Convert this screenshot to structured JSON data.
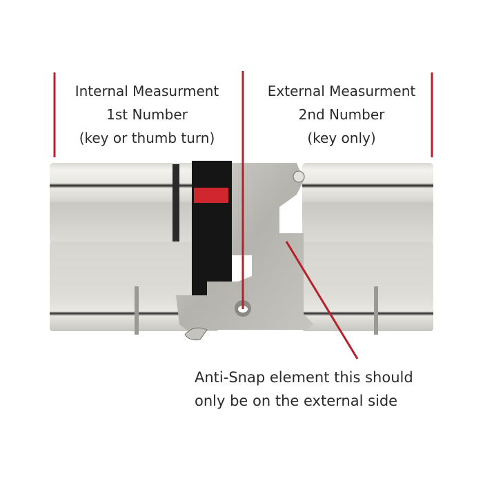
{
  "annotations": {
    "internal": {
      "lines": [
        "Internal Measurment",
        "1st Number",
        "(key or thumb turn)"
      ]
    },
    "external": {
      "lines": [
        "External Measurment",
        "2nd Number",
        "(key only)"
      ]
    },
    "anti_snap": {
      "lines": [
        "Anti-Snap element this should",
        "only be on the external side"
      ]
    }
  },
  "colors": {
    "marker_line": "#b5202a",
    "cam_red": "#d0272f",
    "cam_black": "#151515",
    "body_light": "#e2e1dc",
    "body_mid": "#cfcec8",
    "groove": "#2a2a2a",
    "steel": "#b9b8b2"
  },
  "images": {
    "product": "euro-cylinder-lock-anti-snap"
  }
}
